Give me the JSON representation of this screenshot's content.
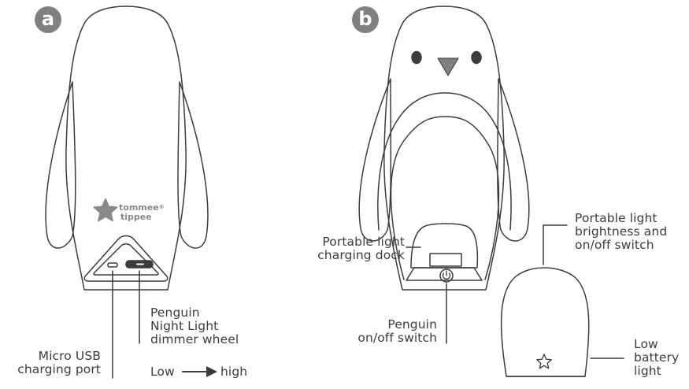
{
  "panels": [
    {
      "badge": "a"
    },
    {
      "badge": "b"
    }
  ],
  "brand": {
    "line1": "tommee",
    "line2": "tippee",
    "mark": "®",
    "logo_icon": "star-icon"
  },
  "labels": {
    "micro_usb": [
      "Micro USB",
      "charging port"
    ],
    "dimmer": [
      "Penguin",
      "Night Light",
      "dimmer wheel"
    ],
    "low_high": {
      "low": "Low",
      "high": "high"
    },
    "dock": [
      "Portable light",
      "charging dock"
    ],
    "onoff": [
      "Penguin",
      "on/off switch"
    ],
    "brightness": [
      "Portable light",
      "brightness and",
      "on/off switch"
    ],
    "battery": [
      "Low",
      "battery",
      "light"
    ]
  },
  "colors": {
    "stroke": "#3c3c3c",
    "badge": "#808080",
    "logo": "#8a8a8a",
    "beak": "#808080"
  }
}
